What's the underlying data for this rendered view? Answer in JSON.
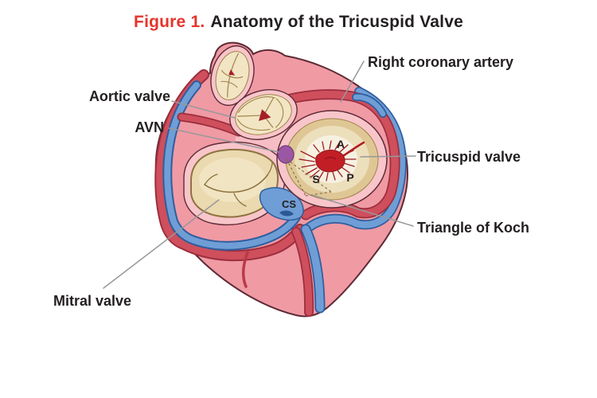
{
  "title": {
    "figure_label": "Figure 1.",
    "text": "Anatomy of the Tricuspid Valve"
  },
  "labels": {
    "right_coronary_artery": "Right coronary artery",
    "aortic_valve": "Aortic valve",
    "avn": "AVN",
    "tricuspid_valve": "Tricuspid valve",
    "triangle_of_koch": "Triangle of Koch",
    "mitral_valve": "Mitral valve"
  },
  "annotations": {
    "anterior_leaflet": "A",
    "septal_leaflet": "S",
    "posterior_leaflet": "P",
    "coronary_sinus": "CS"
  },
  "colors": {
    "figure_number_red": "#e5342c",
    "label_text": "#231f20",
    "heart_pink": "#f09aa4",
    "heart_outline": "#5d2a35",
    "annulus_light_pink": "#f8c5ca",
    "valve_cream": "#f0e2c0",
    "valve_tan": "#9f8248",
    "artery_red": "#cf4f5c",
    "vein_blue": "#6f9ed6",
    "avn_purple": "#9c57a4",
    "chordae_red": "#c21e26",
    "leader_line_gray": "#97989a"
  }
}
